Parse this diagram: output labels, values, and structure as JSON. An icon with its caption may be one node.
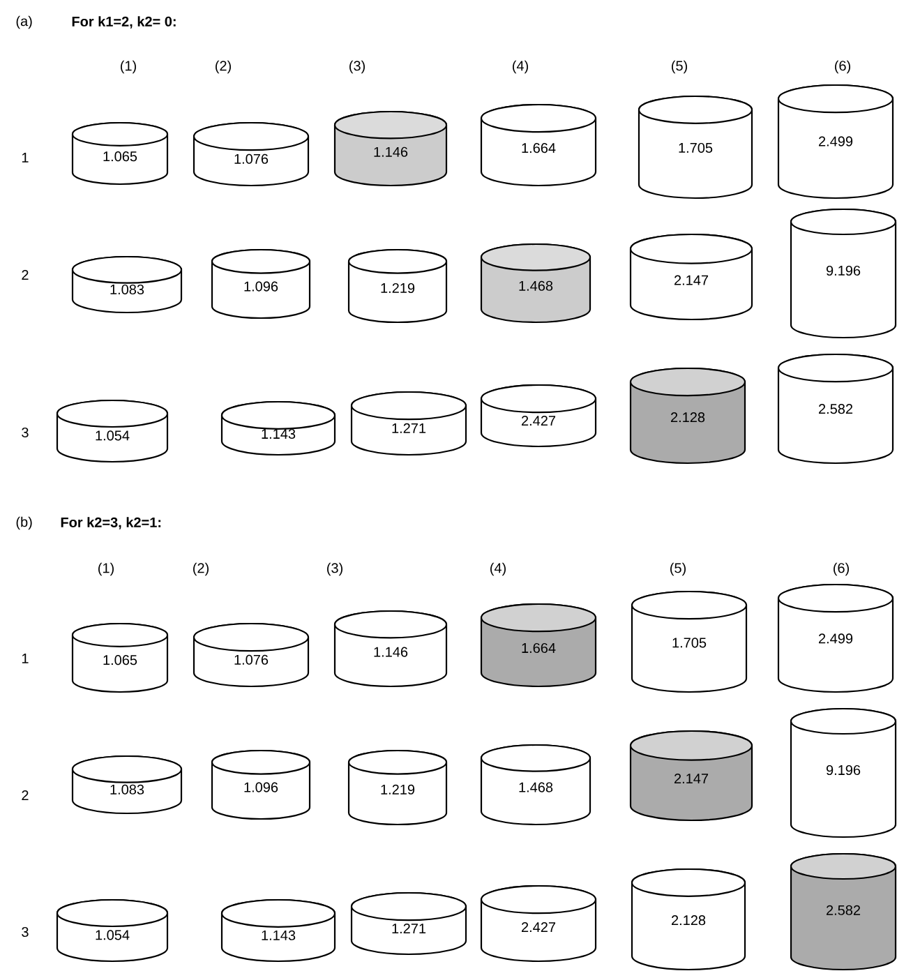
{
  "diagram": {
    "nodes": [
      {
        "text": [
          "1.065"
        ]
      },
      {
        "text": [
          "1.076"
        ]
      },
      {
        "text": [
          "1.146"
        ]
      },
      {
        "text": [
          "1.664"
        ]
      },
      {
        "text": [
          "1.705"
        ]
      },
      {
        "text": [
          "2.499"
        ]
      },
      {
        "text": [
          "1.083"
        ]
      },
      {
        "text": [
          "1.096"
        ]
      },
      {
        "text": [
          "1.219"
        ]
      },
      {
        "text": [
          "1.468"
        ]
      },
      {
        "text": [
          "2.147"
        ]
      },
      {
        "text": [
          "9.196"
        ]
      },
      {
        "text": [
          "1.054"
        ]
      },
      {
        "text": [
          "1.143"
        ]
      },
      {
        "text": [
          "1.271"
        ]
      },
      {
        "text": [
          "2.427"
        ]
      },
      {
        "text": [
          "2.128"
        ]
      },
      {
        "text": [
          "2.582"
        ]
      },
      {
        "text": [
          "1.065"
        ]
      },
      {
        "text": [
          "1.076"
        ]
      },
      {
        "text": [
          "1.146"
        ]
      },
      {
        "text": [
          "1.664"
        ]
      },
      {
        "text": [
          "1.705"
        ]
      },
      {
        "text": [
          "2.499"
        ]
      },
      {
        "text": [
          "1.083"
        ]
      },
      {
        "text": [
          "1.096"
        ]
      },
      {
        "text": [
          "1.219"
        ]
      },
      {
        "text": [
          "1.468"
        ]
      },
      {
        "text": [
          "2.147"
        ]
      },
      {
        "text": [
          "9.196"
        ]
      },
      {
        "text": [
          "1.054"
        ]
      },
      {
        "text": [
          "1.143"
        ]
      },
      {
        "text": [
          "1.271"
        ]
      },
      {
        "text": [
          "2.427"
        ]
      },
      {
        "text": [
          "2.128"
        ]
      },
      {
        "text": [
          "2.582"
        ]
      }
    ],
    "labels": [
      "(a)",
      "For  k1=2, k2= 0:",
      "(1)",
      "(2)",
      "(3)",
      "(4)",
      "(5)",
      "(6)",
      "1",
      "2",
      "3",
      "(b)",
      "For  k2=3, k2=1:",
      "(1)",
      "(2)",
      "(3)",
      "(4)",
      "(5)",
      "(6)",
      "1",
      "2",
      "3"
    ]
  }
}
